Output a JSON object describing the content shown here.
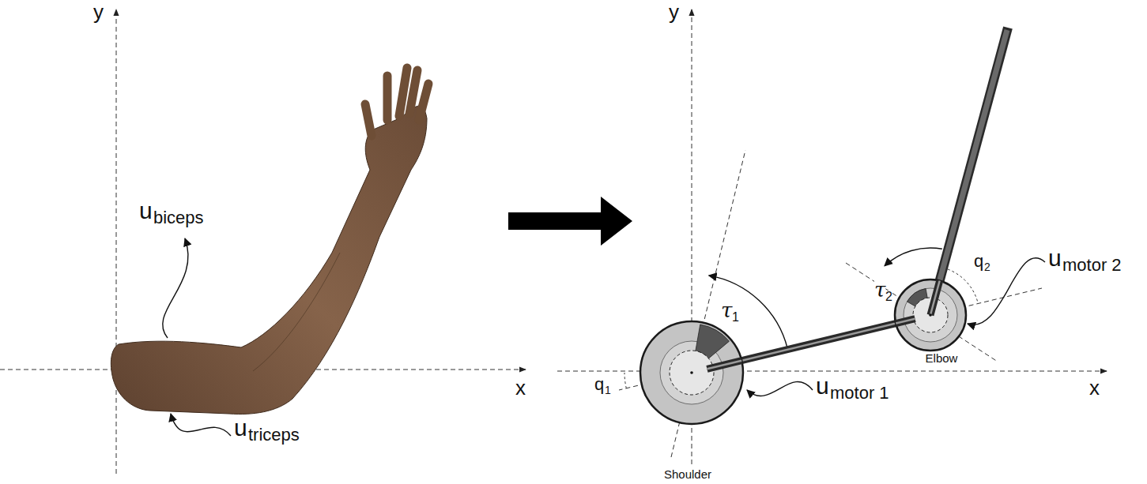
{
  "diagram": {
    "nodes": [
      {
        "text": [
          "Shoulder"
        ]
      },
      {
        "text": [
          "Elbow"
        ]
      }
    ],
    "edges": [
      {
        "from": 0,
        "to": 1,
        "arrow": "none"
      }
    ],
    "labels": [
      "y",
      "x",
      "u",
      "biceps",
      "u",
      "triceps",
      "y",
      "x",
      "τ",
      "2",
      "q",
      "2",
      "u",
      "motor 2",
      "τ",
      "1",
      "q",
      "1",
      "u",
      "motor 1"
    ]
  }
}
